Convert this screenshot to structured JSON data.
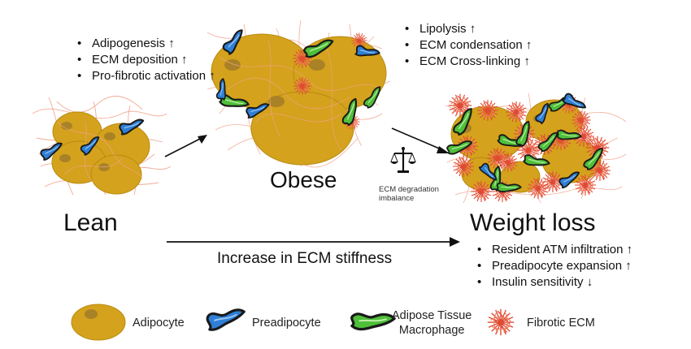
{
  "stages": {
    "lean": "Lean",
    "obese": "Obese",
    "weight_loss": "Weight loss"
  },
  "obese_changes": [
    "Adipogenesis ↑",
    "ECM deposition ↑",
    "Pro-fibrotic activation ↑"
  ],
  "weight_loss_changes": [
    "Lipolysis ↑",
    "ECM condensation ↑",
    "ECM Cross-linking ↑"
  ],
  "weight_loss_outcomes": [
    "Resident ATM infiltration ↑",
    "Preadipocyte expansion ↑",
    "Insulin sensitivity ↓"
  ],
  "imbalance": {
    "line1": "ECM degradation",
    "line2": "imbalance",
    "icon": "balance-scale-icon"
  },
  "stiffness_arrow": "Increase in ECM stiffness",
  "legend": {
    "adipocyte": "Adipocyte",
    "preadipocyte": "Preadipocyte",
    "macrophage_line1": "Adipose Tissue",
    "macrophage_line2": "Macrophage",
    "fibrotic_ecm": "Fibrotic ECM"
  },
  "colors": {
    "adipocyte": "#d4a21c",
    "adipocyte_edge": "#b98a12",
    "nucleus": "#a98227",
    "ecm_fiber": "#f1a28b",
    "fibrotic": "#e04a33",
    "preadipocyte": "#2f7fd6",
    "macrophage": "#4fbf3a",
    "cell_outline": "#1a1a1a"
  }
}
